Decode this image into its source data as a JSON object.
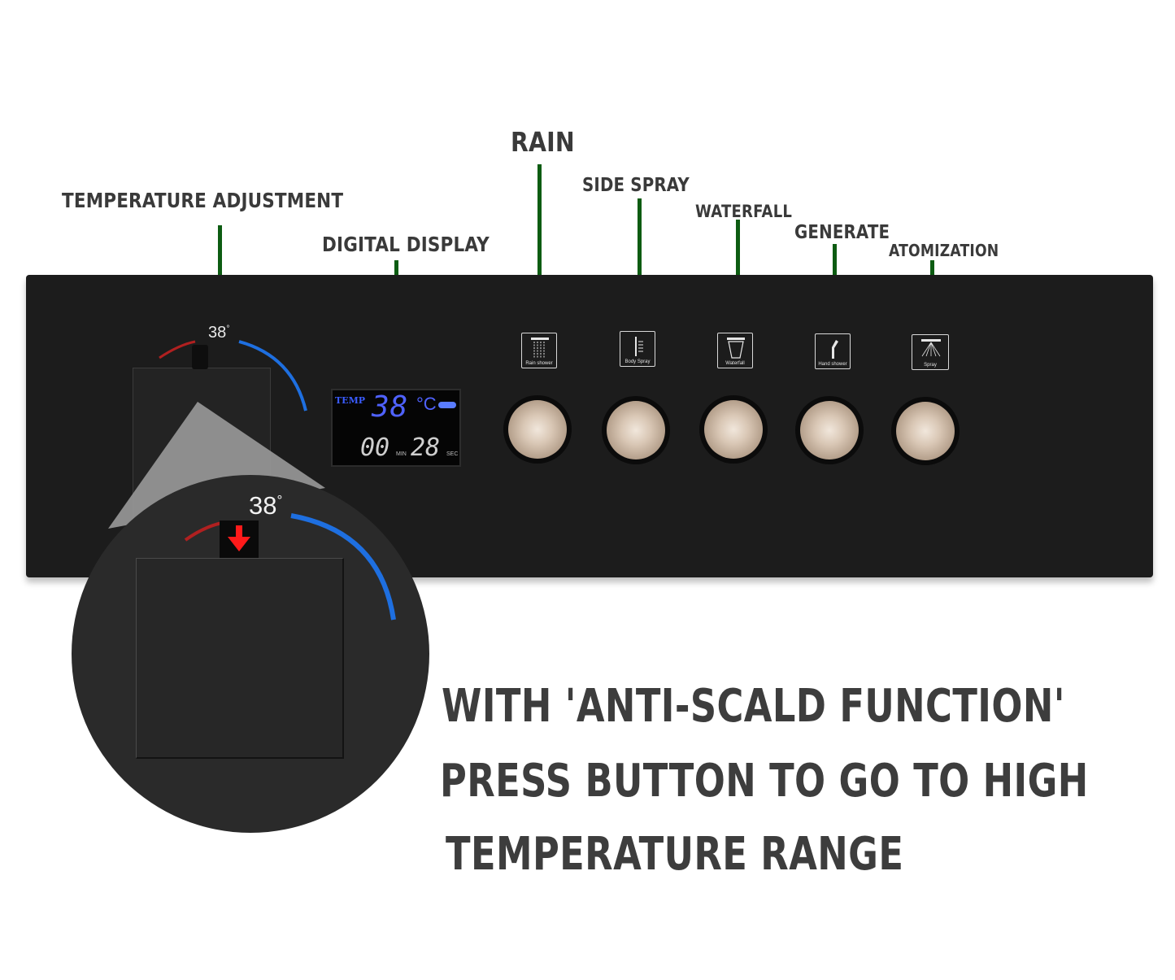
{
  "labels": {
    "temperature_adjustment": "TEMPERATURE ADJUSTMENT",
    "digital_display": "DIGITAL DISPLAY",
    "rain": "RAIN",
    "side_spray": "SIDE SPRAY",
    "waterfall": "WATERFALL",
    "generate": "GENERATE",
    "atomization": "ATOMIZATION"
  },
  "valve": {
    "temperature": "38"
  },
  "display": {
    "temp_label": "TEMP",
    "temp_value": "38",
    "temp_unit": "°C",
    "minutes": "00",
    "minutes_unit": "MIN",
    "seconds": "28",
    "seconds_unit": "SEC"
  },
  "modes": [
    {
      "label": "Rain shower",
      "icon": "rain-shower-icon"
    },
    {
      "label": "Body Spray",
      "icon": "body-spray-icon"
    },
    {
      "label": "Waterfall",
      "icon": "waterfall-icon"
    },
    {
      "label": "Hand shower",
      "icon": "hand-shower-icon"
    },
    {
      "label": "Spray",
      "icon": "spray-icon"
    }
  ],
  "zoom": {
    "temperature": "38"
  },
  "caption": {
    "line1": "WITH 'ANTI-SCALD FUNCTION'",
    "line2": "PRESS BUTTON TO GO TO HIGH",
    "line3": "TEMPERATURE RANGE"
  },
  "colors": {
    "panel": "#1c1c1c",
    "leader_line": "#0d5c12",
    "display_blue": "#4f62ff",
    "arc_blue": "#1e6fe0",
    "arc_red": "#b02020",
    "arrow_red": "#ff1a1a"
  }
}
